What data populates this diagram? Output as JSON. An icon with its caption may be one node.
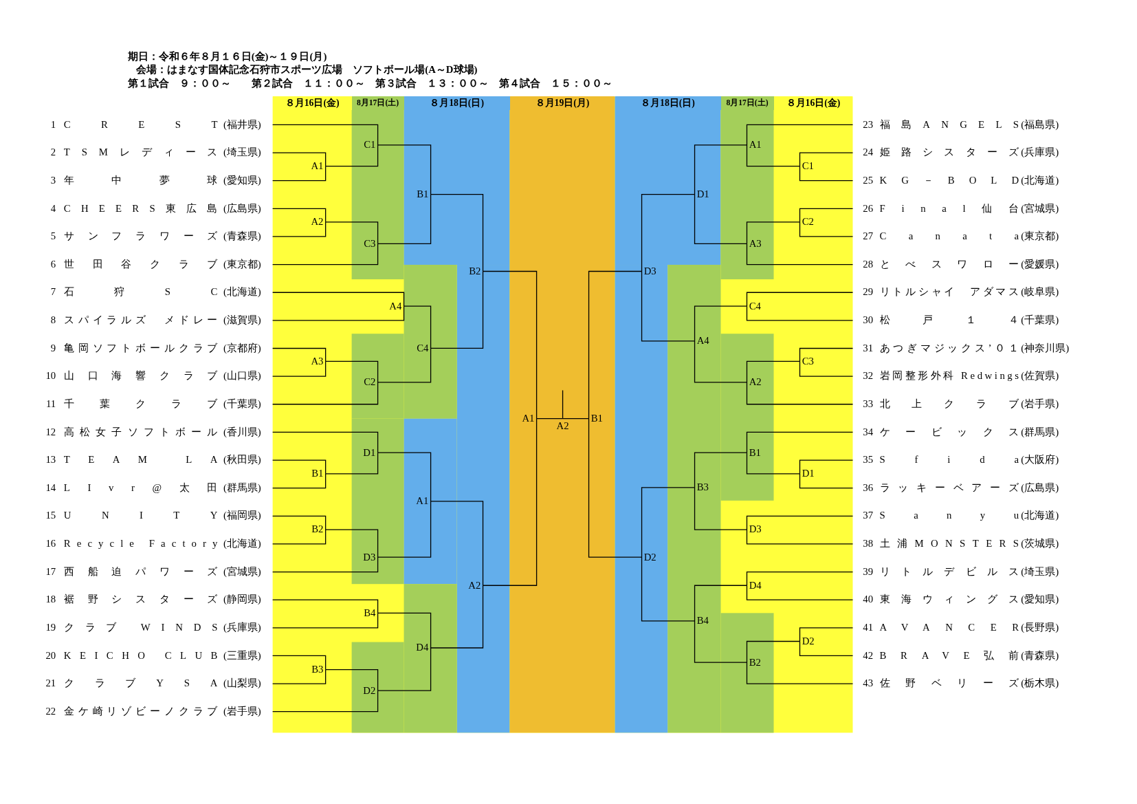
{
  "diagram": {
    "nodes": [
      {
        "text": [
          "1",
          "CREST",
          "(福井県)"
        ]
      },
      {
        "text": [
          "2",
          "TSMレディース",
          "(埼玉県)"
        ]
      },
      {
        "text": [
          "3",
          "年中夢球",
          "(愛知県)"
        ]
      },
      {
        "text": [
          "4",
          "CHEERS東広島",
          "(広島県)"
        ]
      },
      {
        "text": [
          "5",
          "サンフラワーズ",
          "(青森県)"
        ]
      },
      {
        "text": [
          "6",
          "世田谷クラブ",
          "(東京都)"
        ]
      },
      {
        "text": [
          "7",
          "石狩SC",
          "(北海道)"
        ]
      },
      {
        "text": [
          "8",
          "スパイラルズ　メドレー",
          "(滋賀県)"
        ]
      },
      {
        "text": [
          "9",
          "亀岡ソフトボールクラブ",
          "(京都府)"
        ]
      },
      {
        "text": [
          "10",
          "山口海響クラブ",
          "(山口県)"
        ]
      },
      {
        "text": [
          "11",
          "千葉クラブ",
          "(千葉県)"
        ]
      },
      {
        "text": [
          "12",
          "高松女子ソフトボール",
          "(香川県)"
        ]
      },
      {
        "text": [
          "13",
          "TEAM LA",
          "(秋田県)"
        ]
      },
      {
        "text": [
          "14",
          "LIvr@太田",
          "(群馬県)"
        ]
      },
      {
        "text": [
          "15",
          "UNITY",
          "(福岡県)"
        ]
      },
      {
        "text": [
          "16",
          "Recycle Factory",
          "(北海道)"
        ]
      },
      {
        "text": [
          "17",
          "西船迫パワーズ",
          "(宮城県)"
        ]
      },
      {
        "text": [
          "18",
          "裾野シスターズ",
          "(静岡県)"
        ]
      },
      {
        "text": [
          "19",
          "クラブ WINDS",
          "(兵庫県)"
        ]
      },
      {
        "text": [
          "20",
          "KEICHO CLUB",
          "(三重県)"
        ]
      },
      {
        "text": [
          "21",
          "クラブYSA",
          "(山梨県)"
        ]
      },
      {
        "text": [
          "22",
          "金ケ崎リゾビーノクラブ",
          "(岩手県)"
        ]
      },
      {
        "text": [
          "23",
          "福島ANGELS",
          "(福島県)"
        ]
      },
      {
        "text": [
          "24",
          "姫路シスターズ",
          "(兵庫県)"
        ]
      },
      {
        "text": [
          "25",
          "KG－BOLD",
          "(北海道)"
        ]
      },
      {
        "text": [
          "26",
          "Final仙台",
          "(宮城県)"
        ]
      },
      {
        "text": [
          "27",
          "Canata",
          "(東京都)"
        ]
      },
      {
        "text": [
          "28",
          "とべスワロー",
          "(愛媛県)"
        ]
      },
      {
        "text": [
          "29",
          "リトルシャイ　アダマス",
          "(岐阜県)"
        ]
      },
      {
        "text": [
          "30",
          "松戸１４",
          "(千葉県)"
        ]
      },
      {
        "text": [
          "31",
          "あつぎマジックス’０１",
          "(神奈川県)"
        ]
      },
      {
        "text": [
          "32",
          "岩岡整形外科 Redwings",
          "(佐賀県)"
        ]
      },
      {
        "text": [
          "33",
          "北上クラブ",
          "(岩手県)"
        ]
      },
      {
        "text": [
          "34",
          "ケービックス",
          "(群馬県)"
        ]
      },
      {
        "text": [
          "35",
          "Sfida",
          "(大阪府)"
        ]
      },
      {
        "text": [
          "36",
          "ラッキーベアーズ",
          "(広島県)"
        ]
      },
      {
        "text": [
          "37",
          "Sanyu",
          "(北海道)"
        ]
      },
      {
        "text": [
          "38",
          "土浦MONSTERS",
          "(茨城県)"
        ]
      },
      {
        "text": [
          "39",
          "リトルデビルス",
          "(埼玉県)"
        ]
      },
      {
        "text": [
          "40",
          "東海ウィングス",
          "(愛知県)"
        ]
      },
      {
        "text": [
          "41",
          "AVANCER",
          "(長野県)"
        ]
      },
      {
        "text": [
          "42",
          "BRAVE弘前",
          "(青森県)"
        ]
      },
      {
        "text": [
          "43",
          "佐野ベリーズ",
          "(栃木県)"
        ]
      },
      {
        "text": [
          "A1"
        ]
      },
      {
        "text": [
          "A2"
        ]
      },
      {
        "text": [
          "C1"
        ]
      },
      {
        "text": [
          "C3"
        ]
      },
      {
        "text": [
          "B1"
        ]
      },
      {
        "text": [
          "A4"
        ]
      },
      {
        "text": [
          "A3"
        ]
      },
      {
        "text": [
          "C2"
        ]
      },
      {
        "text": [
          "C4"
        ]
      },
      {
        "text": [
          "B2"
        ]
      },
      {
        "text": [
          "B1"
        ]
      },
      {
        "text": [
          "D1"
        ]
      },
      {
        "text": [
          "B2"
        ]
      },
      {
        "text": [
          "D3"
        ]
      },
      {
        "text": [
          "A1"
        ]
      },
      {
        "text": [
          "B4"
        ]
      },
      {
        "text": [
          "B3"
        ]
      },
      {
        "text": [
          "D2"
        ]
      },
      {
        "text": [
          "D4"
        ]
      },
      {
        "text": [
          "A2"
        ]
      },
      {
        "text": [
          "A1"
        ]
      },
      {
        "text": [
          "C1"
        ]
      },
      {
        "text": [
          "A1"
        ]
      },
      {
        "text": [
          "C2"
        ]
      },
      {
        "text": [
          "A3"
        ]
      },
      {
        "text": [
          "D1"
        ]
      },
      {
        "text": [
          "C4"
        ]
      },
      {
        "text": [
          "C3"
        ]
      },
      {
        "text": [
          "A2"
        ]
      },
      {
        "text": [
          "A4"
        ]
      },
      {
        "text": [
          "D3"
        ]
      },
      {
        "text": [
          "D1"
        ]
      },
      {
        "text": [
          "B1"
        ]
      },
      {
        "text": [
          "D3"
        ]
      },
      {
        "text": [
          "B3"
        ]
      },
      {
        "text": [
          "D4"
        ]
      },
      {
        "text": [
          "D2"
        ]
      },
      {
        "text": [
          "B2"
        ]
      },
      {
        "text": [
          "B4"
        ]
      },
      {
        "text": [
          "D2"
        ]
      },
      {
        "text": [
          "B1"
        ]
      },
      {
        "text": [
          "A2"
        ]
      }
    ],
    "edges": [
      {
        "from": 1,
        "to": 43,
        "arrow": "none"
      },
      {
        "from": 2,
        "to": 43,
        "arrow": "none"
      },
      {
        "from": 3,
        "to": 44,
        "arrow": "none"
      },
      {
        "from": 4,
        "to": 44,
        "arrow": "none"
      },
      {
        "from": 0,
        "to": 45,
        "arrow": "none"
      },
      {
        "from": 43,
        "to": 45,
        "arrow": "none"
      },
      {
        "from": 44,
        "to": 46,
        "arrow": "none"
      },
      {
        "from": 5,
        "to": 46,
        "arrow": "none"
      },
      {
        "from": 45,
        "to": 47,
        "arrow": "none"
      },
      {
        "from": 46,
        "to": 47,
        "arrow": "none"
      },
      {
        "from": 6,
        "to": 48,
        "arrow": "none"
      },
      {
        "from": 7,
        "to": 48,
        "arrow": "none"
      },
      {
        "from": 8,
        "to": 49,
        "arrow": "none"
      },
      {
        "from": 9,
        "to": 49,
        "arrow": "none"
      },
      {
        "from": 49,
        "to": 50,
        "arrow": "none"
      },
      {
        "from": 10,
        "to": 50,
        "arrow": "none"
      },
      {
        "from": 48,
        "to": 51,
        "arrow": "none"
      },
      {
        "from": 50,
        "to": 51,
        "arrow": "none"
      },
      {
        "from": 47,
        "to": 52,
        "arrow": "none"
      },
      {
        "from": 51,
        "to": 52,
        "arrow": "none"
      },
      {
        "from": 12,
        "to": 53,
        "arrow": "none"
      },
      {
        "from": 13,
        "to": 53,
        "arrow": "none"
      },
      {
        "from": 11,
        "to": 54,
        "arrow": "none"
      },
      {
        "from": 53,
        "to": 54,
        "arrow": "none"
      },
      {
        "from": 14,
        "to": 55,
        "arrow": "none"
      },
      {
        "from": 15,
        "to": 55,
        "arrow": "none"
      },
      {
        "from": 55,
        "to": 56,
        "arrow": "none"
      },
      {
        "from": 16,
        "to": 56,
        "arrow": "none"
      },
      {
        "from": 54,
        "to": 57,
        "arrow": "none"
      },
      {
        "from": 56,
        "to": 57,
        "arrow": "none"
      },
      {
        "from": 17,
        "to": 58,
        "arrow": "none"
      },
      {
        "from": 18,
        "to": 58,
        "arrow": "none"
      },
      {
        "from": 19,
        "to": 59,
        "arrow": "none"
      },
      {
        "from": 20,
        "to": 59,
        "arrow": "none"
      },
      {
        "from": 59,
        "to": 60,
        "arrow": "none"
      },
      {
        "from": 21,
        "to": 60,
        "arrow": "none"
      },
      {
        "from": 58,
        "to": 61,
        "arrow": "none"
      },
      {
        "from": 60,
        "to": 61,
        "arrow": "none"
      },
      {
        "from": 57,
        "to": 62,
        "arrow": "none"
      },
      {
        "from": 61,
        "to": 62,
        "arrow": "none"
      },
      {
        "from": 52,
        "to": 63,
        "arrow": "none"
      },
      {
        "from": 62,
        "to": 63,
        "arrow": "none"
      },
      {
        "from": 63,
        "to": 84,
        "arrow": "none"
      },
      {
        "from": 23,
        "to": 64,
        "arrow": "none"
      },
      {
        "from": 24,
        "to": 64,
        "arrow": "none"
      },
      {
        "from": 22,
        "to": 65,
        "arrow": "none"
      },
      {
        "from": 64,
        "to": 65,
        "arrow": "none"
      },
      {
        "from": 25,
        "to": 66,
        "arrow": "none"
      },
      {
        "from": 26,
        "to": 66,
        "arrow": "none"
      },
      {
        "from": 66,
        "to": 67,
        "arrow": "none"
      },
      {
        "from": 27,
        "to": 67,
        "arrow": "none"
      },
      {
        "from": 65,
        "to": 68,
        "arrow": "none"
      },
      {
        "from": 67,
        "to": 68,
        "arrow": "none"
      },
      {
        "from": 28,
        "to": 69,
        "arrow": "none"
      },
      {
        "from": 29,
        "to": 69,
        "arrow": "none"
      },
      {
        "from": 30,
        "to": 70,
        "arrow": "none"
      },
      {
        "from": 31,
        "to": 70,
        "arrow": "none"
      },
      {
        "from": 70,
        "to": 71,
        "arrow": "none"
      },
      {
        "from": 32,
        "to": 71,
        "arrow": "none"
      },
      {
        "from": 69,
        "to": 72,
        "arrow": "none"
      },
      {
        "from": 71,
        "to": 72,
        "arrow": "none"
      },
      {
        "from": 68,
        "to": 73,
        "arrow": "none"
      },
      {
        "from": 72,
        "to": 73,
        "arrow": "none"
      },
      {
        "from": 34,
        "to": 74,
        "arrow": "none"
      },
      {
        "from": 35,
        "to": 74,
        "arrow": "none"
      },
      {
        "from": 33,
        "to": 75,
        "arrow": "none"
      },
      {
        "from": 74,
        "to": 75,
        "arrow": "none"
      },
      {
        "from": 36,
        "to": 76,
        "arrow": "none"
      },
      {
        "from": 37,
        "to": 76,
        "arrow": "none"
      },
      {
        "from": 75,
        "to": 77,
        "arrow": "none"
      },
      {
        "from": 76,
        "to": 77,
        "arrow": "none"
      },
      {
        "from": 38,
        "to": 78,
        "arrow": "none"
      },
      {
        "from": 39,
        "to": 78,
        "arrow": "none"
      },
      {
        "from": 40,
        "to": 79,
        "arrow": "none"
      },
      {
        "from": 41,
        "to": 79,
        "arrow": "none"
      },
      {
        "from": 79,
        "to": 80,
        "arrow": "none"
      },
      {
        "from": 42,
        "to": 80,
        "arrow": "none"
      },
      {
        "from": 78,
        "to": 81,
        "arrow": "none"
      },
      {
        "from": 80,
        "to": 81,
        "arrow": "none"
      },
      {
        "from": 77,
        "to": 82,
        "arrow": "none"
      },
      {
        "from": 81,
        "to": 82,
        "arrow": "none"
      },
      {
        "from": 73,
        "to": 83,
        "arrow": "none"
      },
      {
        "from": 82,
        "to": 83,
        "arrow": "none"
      },
      {
        "from": 83,
        "to": 84,
        "arrow": "none"
      },
      {
        "from": 84,
        "to": null,
        "arrow": "none"
      }
    ],
    "labels": [
      "期日：令和６年８月１６日(金)～１９日(月)",
      "会場：はまなす国体記念石狩市スポーツ広場　ソフトボール場(A～D球場)",
      "第１試合　９：００～　　第２試合　１１：００～　第３試合　１３：００～　第４試合　１５：００～",
      "８月16日(金)",
      "8月17日(土)",
      "８月18日(日)",
      "８月19日(月)",
      "８月18日(日)",
      "8月17日(土)",
      "８月16日(金)"
    ]
  }
}
